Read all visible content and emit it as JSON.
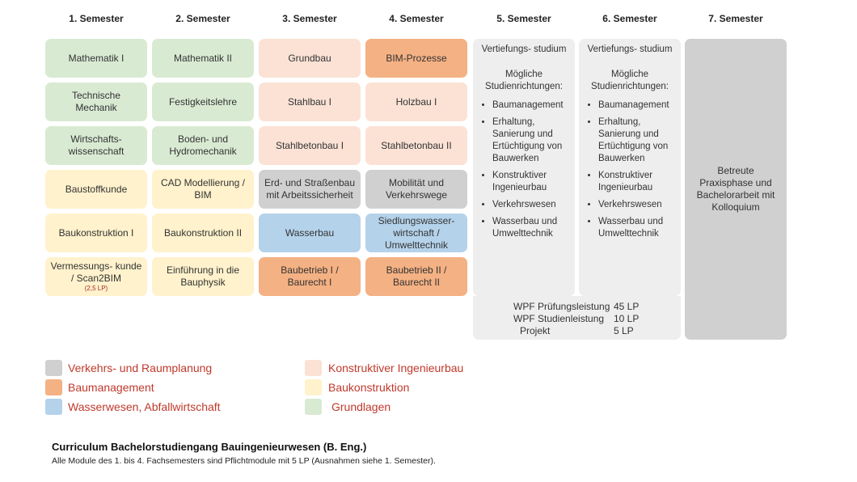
{
  "semesters": [
    "1. Semester",
    "2. Semester",
    "3. Semester",
    "4. Semester",
    "5. Semester",
    "6. Semester",
    "7. Semester"
  ],
  "modules": {
    "s1": [
      "Mathematik I",
      "Technische Mechanik",
      "Wirtschafts- wissenschaft",
      "Baustoffkunde",
      "Baukonstruktion  I",
      "Vermessungs- kunde  / Scan2BIM"
    ],
    "s1_note": "(2,5 LP)",
    "s2": [
      "Mathematik II",
      "Festigkeitslehre",
      "Boden-  und Hydromechanik",
      "CAD Modellierung  / BIM",
      "Baukonstruktion  II",
      "Einführung  in die Bauphysik"
    ],
    "s3": [
      "Grundbau",
      "Stahlbau I",
      "Stahlbetonbau I",
      "Erd-  und Straßenbau mit Arbeitssicherheit",
      "Wasserbau",
      "Baubetrieb I / Baurecht I"
    ],
    "s4": [
      "BIM-Prozesse",
      "Holzbau I",
      "Stahlbetonbau II",
      "Mobilität und Verkehrswege",
      "Siedlungswasser- wirtschaft / Umwelttechnik",
      "Baubetrieb II / Baurecht II"
    ]
  },
  "vertiefung": {
    "title": "Vertiefungs- studium",
    "subtitle": "Mögliche Studienrichtungen:",
    "items": [
      "Baumanagement",
      "Erhaltung, Sanierung und Ertüchtigung von Bauwerken",
      "Konstruktiver Ingenieurbau",
      "Verkehrswesen",
      "Wasserbau und Umwelttechnik"
    ]
  },
  "wpf": [
    {
      "label": "WPF Prüfungsleistung",
      "value": "45 LP"
    },
    {
      "label": "WPF Studienleistung",
      "value": "10 LP"
    },
    {
      "label": "Projekt",
      "value": "5 LP"
    }
  ],
  "s7": "Betreute Praxisphase und Bachelorarbeit mit Kolloquium",
  "legend": [
    {
      "label": "Verkehrs- und Raumplanung",
      "color": "#d0d0d0"
    },
    {
      "label": "Baumanagement",
      "color": "#f4b183"
    },
    {
      "label": "Wasserwesen, Abfallwirtschaft",
      "color": "#b4d2ea"
    },
    {
      "label": "Konstruktiver Ingenieurbau",
      "color": "#fbe2d5"
    },
    {
      "label": "Baukonstruktion",
      "color": "#fff2cc"
    },
    {
      "label": "Grundlagen",
      "color": "#d9ead3"
    }
  ],
  "caption": "Curriculum Bachelorstudiengang Bauingenieurwesen (B. Eng.)",
  "subcaption": "Alle Module des 1. bis 4. Fachsemesters sind Pflichtmodule mit 5 LP (Ausnahmen siehe 1. Semester)."
}
